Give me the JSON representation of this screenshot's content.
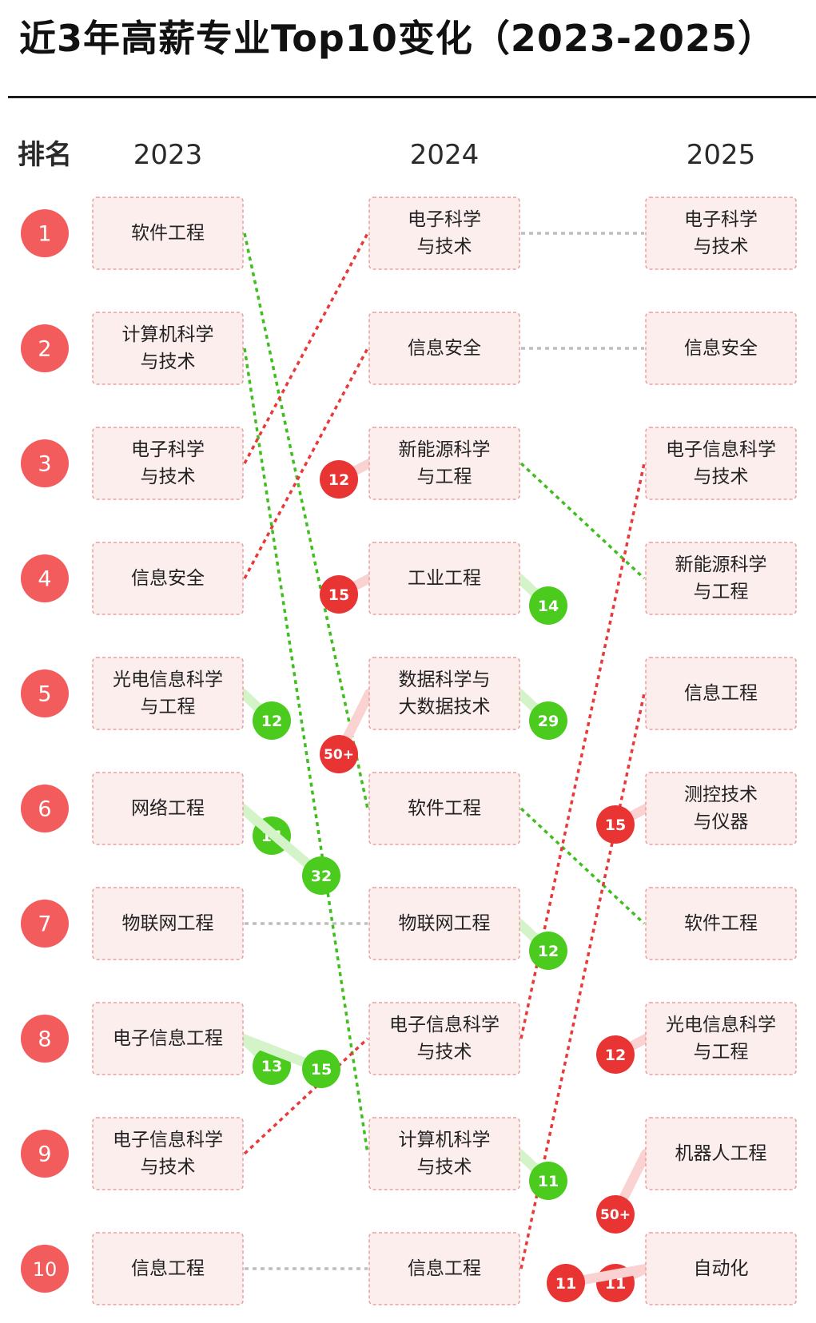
{
  "title": "近3年高薪专业Top10变化（2023-2025）",
  "colors": {
    "rank_circle": "#f25c5c",
    "box_fill": "#fdeeee",
    "box_border": "#ec9d9d",
    "rise_line": "#3fbf1f",
    "fall_line": "#e83a3a",
    "same_line": "#bdbdbd",
    "rise_badge": "#4ccb1f",
    "fall_badge": "#e93434",
    "rise_ghost": "#d5f3c8",
    "fall_ghost": "#fad2d2"
  },
  "chart_data": {
    "type": "table",
    "rank_header": "排名",
    "years": [
      "2023",
      "2024",
      "2025"
    ],
    "ranks": [
      "1",
      "2",
      "3",
      "4",
      "5",
      "6",
      "7",
      "8",
      "9",
      "10"
    ],
    "columns": [
      {
        "year": "2023",
        "majors": [
          [
            "软件工程"
          ],
          [
            "计算机科学",
            "与技术"
          ],
          [
            "电子科学",
            "与技术"
          ],
          [
            "信息安全"
          ],
          [
            "光电信息科学",
            "与工程"
          ],
          [
            "网络工程"
          ],
          [
            "物联网工程"
          ],
          [
            "电子信息工程"
          ],
          [
            "电子信息科学",
            "与技术"
          ],
          [
            "信息工程"
          ]
        ]
      },
      {
        "year": "2024",
        "majors": [
          [
            "电子科学",
            "与技术"
          ],
          [
            "信息安全"
          ],
          [
            "新能源科学",
            "与工程"
          ],
          [
            "工业工程"
          ],
          [
            "数据科学与",
            "大数据技术"
          ],
          [
            "软件工程"
          ],
          [
            "物联网工程"
          ],
          [
            "电子信息科学",
            "与技术"
          ],
          [
            "计算机科学",
            "与技术"
          ],
          [
            "信息工程"
          ]
        ]
      },
      {
        "year": "2025",
        "majors": [
          [
            "电子科学",
            "与技术"
          ],
          [
            "信息安全"
          ],
          [
            "电子信息科学",
            "与技术"
          ],
          [
            "新能源科学",
            "与工程"
          ],
          [
            "信息工程"
          ],
          [
            "测控技术",
            "与仪器"
          ],
          [
            "软件工程"
          ],
          [
            "光电信息科学",
            "与工程"
          ],
          [
            "机器人工程"
          ],
          [
            "自动化"
          ]
        ]
      }
    ],
    "links_2023_2024": [
      {
        "from_rank": 1,
        "to_rank": 6,
        "kind": "rise"
      },
      {
        "from_rank": 2,
        "to_rank": 9,
        "kind": "rise"
      },
      {
        "from_rank": 3,
        "to_rank": 1,
        "kind": "fall"
      },
      {
        "from_rank": 4,
        "to_rank": 2,
        "kind": "fall"
      },
      {
        "from_rank": 7,
        "to_rank": 7,
        "kind": "same"
      },
      {
        "from_rank": 9,
        "to_rank": 8,
        "kind": "fall"
      },
      {
        "from_rank": 10,
        "to_rank": 10,
        "kind": "same"
      }
    ],
    "links_2024_2025": [
      {
        "from_rank": 1,
        "to_rank": 1,
        "kind": "same"
      },
      {
        "from_rank": 2,
        "to_rank": 2,
        "kind": "same"
      },
      {
        "from_rank": 3,
        "to_rank": 4,
        "kind": "rise"
      },
      {
        "from_rank": 6,
        "to_rank": 7,
        "kind": "rise"
      },
      {
        "from_rank": 8,
        "to_rank": 3,
        "kind": "fall"
      },
      {
        "from_rank": 10,
        "to_rank": 5,
        "kind": "fall"
      }
    ],
    "badges_2023_2024": [
      {
        "label": "12",
        "kind": "fall",
        "target_rank": 3
      },
      {
        "label": "15",
        "kind": "fall",
        "target_rank": 4
      },
      {
        "label": "50+",
        "kind": "fall",
        "target_rank": 5
      },
      {
        "label": "12",
        "kind": "rise",
        "source_rank": 5
      },
      {
        "label": "14",
        "kind": "rise",
        "source_rank": 6
      },
      {
        "label": "32",
        "kind": "rise",
        "source_rank": 6
      },
      {
        "label": "13",
        "kind": "rise",
        "source_rank": 8
      },
      {
        "label": "15",
        "kind": "rise",
        "source_rank": 8
      }
    ],
    "badges_2024_2025": [
      {
        "label": "14",
        "kind": "rise",
        "source_rank": 4
      },
      {
        "label": "29",
        "kind": "rise",
        "source_rank": 5
      },
      {
        "label": "12",
        "kind": "rise",
        "source_rank": 7
      },
      {
        "label": "11",
        "kind": "rise",
        "source_rank": 9
      },
      {
        "label": "15",
        "kind": "fall",
        "target_rank": 6
      },
      {
        "label": "12",
        "kind": "fall",
        "target_rank": 8
      },
      {
        "label": "50+",
        "kind": "fall",
        "target_rank": 9
      },
      {
        "label": "11",
        "kind": "fall",
        "target_rank": 10
      },
      {
        "label": "11",
        "kind": "fall",
        "target_rank": 10
      }
    ]
  }
}
